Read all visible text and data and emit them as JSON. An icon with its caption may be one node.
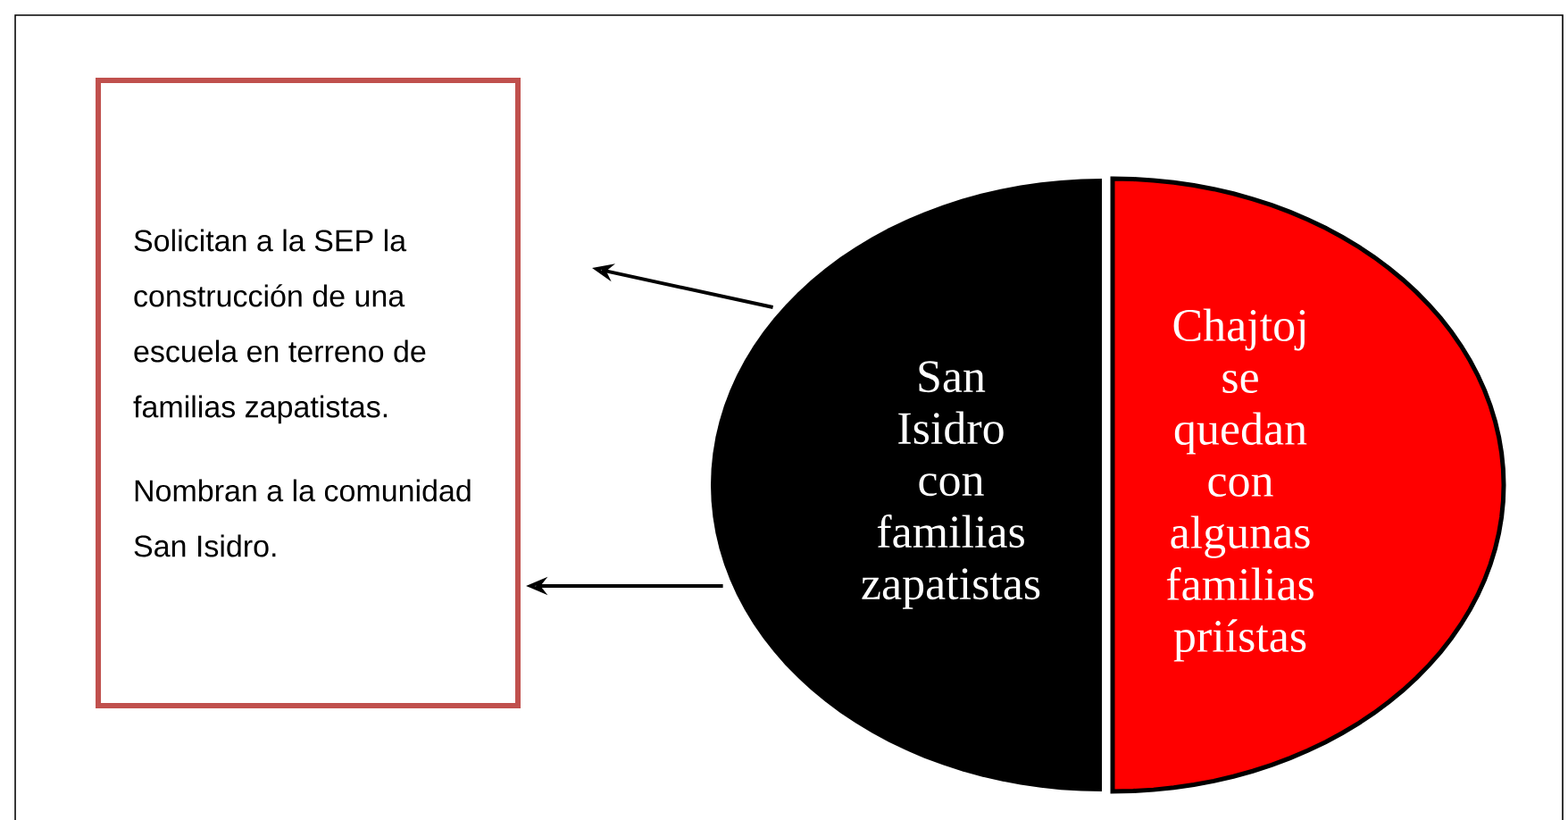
{
  "diagram": {
    "nodes": [
      {
        "text": [
          "Solicitan a la SEP la construcción de una escuela en terreno de familias zapatistas.",
          "Nombran a la comunidad San Isidro."
        ]
      },
      {
        "text": [
          "San Isidro con familias zapatistas"
        ]
      },
      {
        "text": [
          "Chajtoj se quedan con algunas familias priístas"
        ]
      }
    ],
    "edges": [
      {
        "from": 1,
        "to": 0,
        "arrow": "to"
      },
      {
        "from": 1,
        "to": 0,
        "arrow": "to"
      }
    ]
  }
}
